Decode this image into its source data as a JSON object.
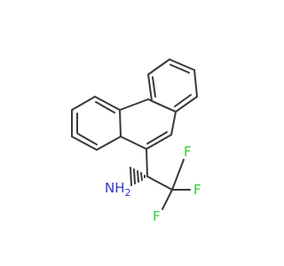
{
  "labels": {
    "amine": "NH",
    "amine_subscript": "2",
    "fluorine_1": "F",
    "fluorine_2": "F",
    "fluorine_3": "F"
  },
  "colors": {
    "bond": "#3a3a3a",
    "nitrogen": "#3333cc",
    "fluorine": "#33cc33"
  }
}
